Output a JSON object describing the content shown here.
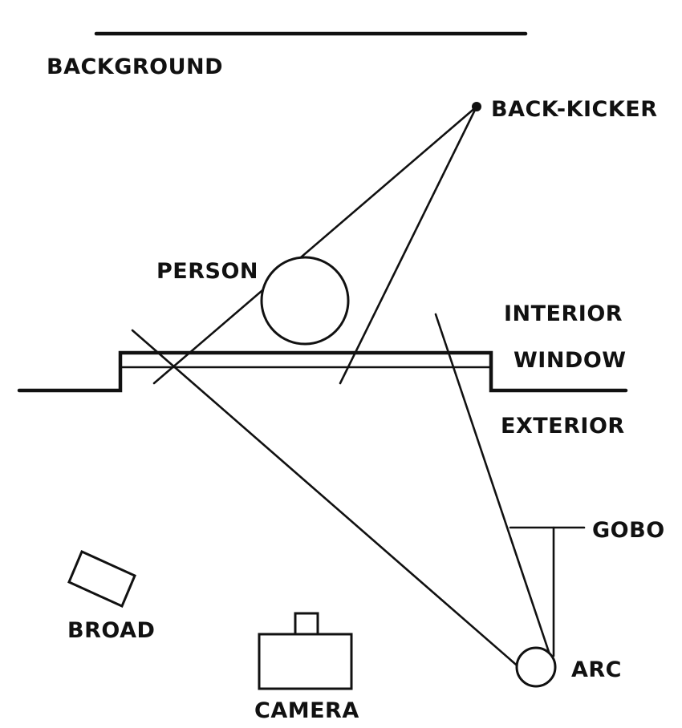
{
  "diagram": {
    "labels": {
      "background": "BACKGROUND",
      "back_kicker": "BACK-KICKER",
      "person": "PERSON",
      "interior": "INTERIOR",
      "window": "WINDOW",
      "exterior": "EXTERIOR",
      "gobo": "GOBO",
      "broad": "BROAD",
      "camera": "CAMERA",
      "arc": "ARC"
    }
  }
}
